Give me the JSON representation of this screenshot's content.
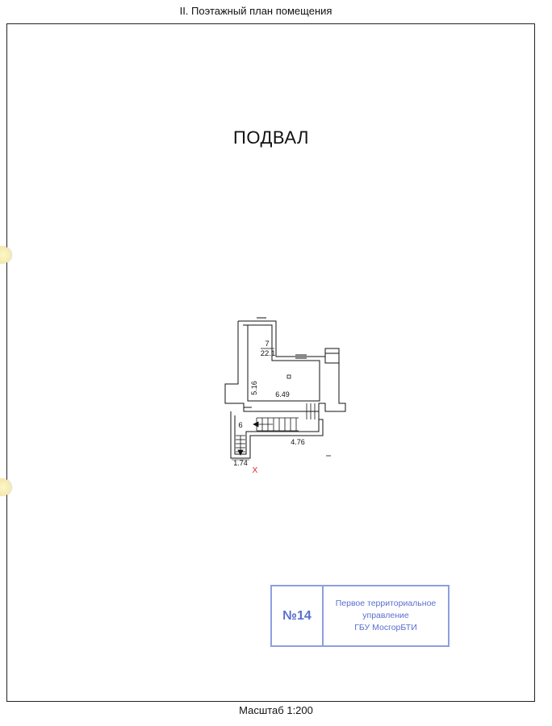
{
  "header": {
    "title": "II. Поэтажный план помещения"
  },
  "floor": {
    "title": "ПОДВАЛ"
  },
  "plan": {
    "room_main": {
      "number": "7",
      "area": "22.1"
    },
    "room_small": {
      "number": "6"
    },
    "dimensions": {
      "height": "5.16",
      "width": "6.49",
      "bottom_width": "4.76",
      "stair_width": "1.74"
    },
    "marker": "X"
  },
  "stamp": {
    "number": "№14",
    "line1": "Первое территориальное",
    "line2": "управление",
    "line3": "ГБУ МосгорБТИ"
  },
  "footer": {
    "scale": "Масштаб 1:200"
  }
}
